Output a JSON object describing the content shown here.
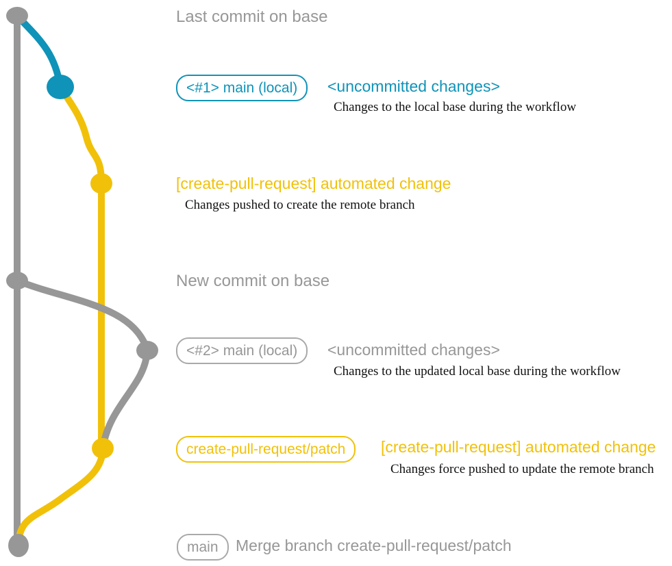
{
  "diagram_title": "create-pull-request workflow git graph",
  "colors": {
    "base_branch_gray": "#979797",
    "local_main_blue": "#0f93b8",
    "remote_branch_yellow": "#f1c109",
    "description_text": "#111111"
  },
  "annotations": {
    "last_commit_label": "Last commit on base",
    "new_commit_label": "New commit on base",
    "commit1": {
      "branch_tag": "<#1> main (local)",
      "message": "<uncommitted changes>",
      "description": "Changes to the local base during the workflow"
    },
    "commit2": {
      "message": "[create-pull-request] automated change",
      "description": "Changes pushed to create the remote branch"
    },
    "commit3": {
      "branch_tag": "<#2> main (local)",
      "message": "<uncommitted changes>",
      "description": "Changes to the updated local base during the workflow"
    },
    "commit4": {
      "branch_tag": "create-pull-request/patch",
      "message": "[create-pull-request] automated change",
      "description": "Changes force pushed to update the remote branch"
    },
    "merge_commit": {
      "branch_tag": "main",
      "message": "Merge branch create-pull-request/patch"
    }
  }
}
